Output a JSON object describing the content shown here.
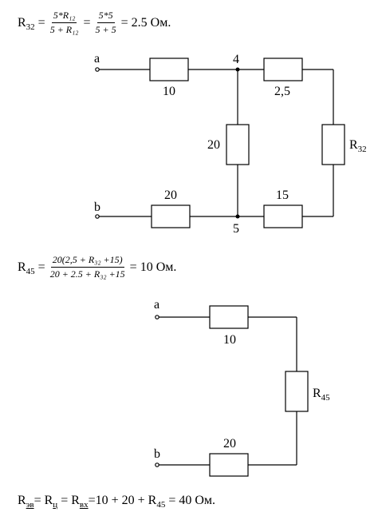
{
  "eq1": {
    "lhs": "R",
    "lhs_sub": "32",
    "eq": "=",
    "frac1_num": "5*R₁₂",
    "frac1_den": "5 + R₁₂",
    "eq2": "=",
    "frac2_num": "5*5",
    "frac2_den": "5 + 5",
    "result": "= 2.5 Ом."
  },
  "circuit1": {
    "node_a": "a",
    "node_b": "b",
    "node_4": "4",
    "node_5": "5",
    "r_top_left": "10",
    "r_top_right": "2,5",
    "r_middle": "20",
    "r_right_label": "R",
    "r_right_sub": "32",
    "r_bottom_left": "20",
    "r_bottom_right": "15"
  },
  "eq2": {
    "lhs": "R",
    "lhs_sub": "45",
    "eq": "=",
    "frac_num": "20(2,5 + R₃₂ +15)",
    "frac_den": "20 + 2.5 + R₃₂ +15",
    "result": "= 10 Ом."
  },
  "circuit2": {
    "node_a": "a",
    "node_b": "b",
    "r_top": "10",
    "r_right_label": "R",
    "r_right_sub": "45",
    "r_bottom": "20"
  },
  "eq3": {
    "r1": "R",
    "r1_sub": "эв",
    "eq1": "= R",
    "r2_sub": "ц",
    "eq2": "= R",
    "r3_sub": "вх",
    "rest": "=10 + 20 + R",
    "r4_sub": "45",
    "result": "= 40 Ом."
  }
}
